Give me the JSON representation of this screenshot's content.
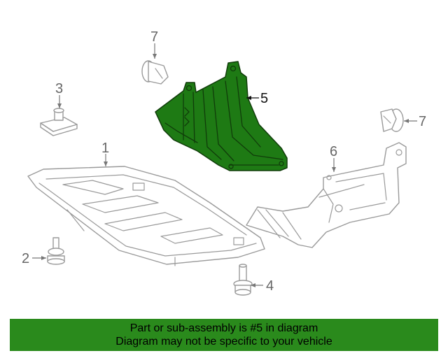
{
  "callouts": {
    "c1": "1",
    "c2": "2",
    "c3": "3",
    "c4": "4",
    "c5": "5",
    "c6": "6",
    "c7a": "7",
    "c7b": "7"
  },
  "highlight": {
    "part_number": "5",
    "color": "#1e7a14"
  },
  "banner": {
    "line1": "Part or sub-assembly is #5 in diagram",
    "line2": "Diagram may not be specific to your vehicle",
    "background": "#2a8a1c"
  }
}
